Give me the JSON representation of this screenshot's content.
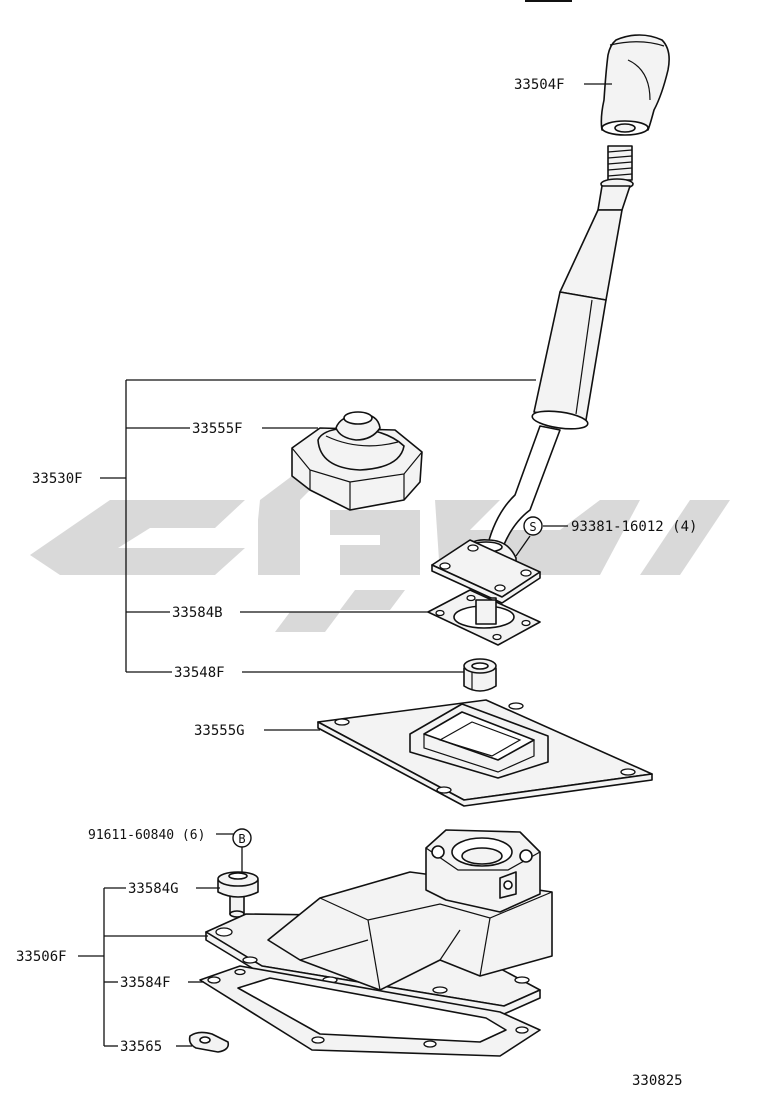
{
  "diagram": {
    "labels": {
      "knob": "33504F",
      "boot": "33555F",
      "lever_assy": "33530F",
      "screw": "93381-16012 (4)",
      "screw_marker": "S",
      "gasket": "33584B",
      "bushing": "33548F",
      "plate": "33555G",
      "bolt": "91611-60840 (6)",
      "bolt_marker": "B",
      "retainer_gasket": "33584G",
      "retainer_assy": "33506F",
      "bottom_gasket": "33584F",
      "clip": "33565",
      "figure_code": "330825"
    }
  }
}
